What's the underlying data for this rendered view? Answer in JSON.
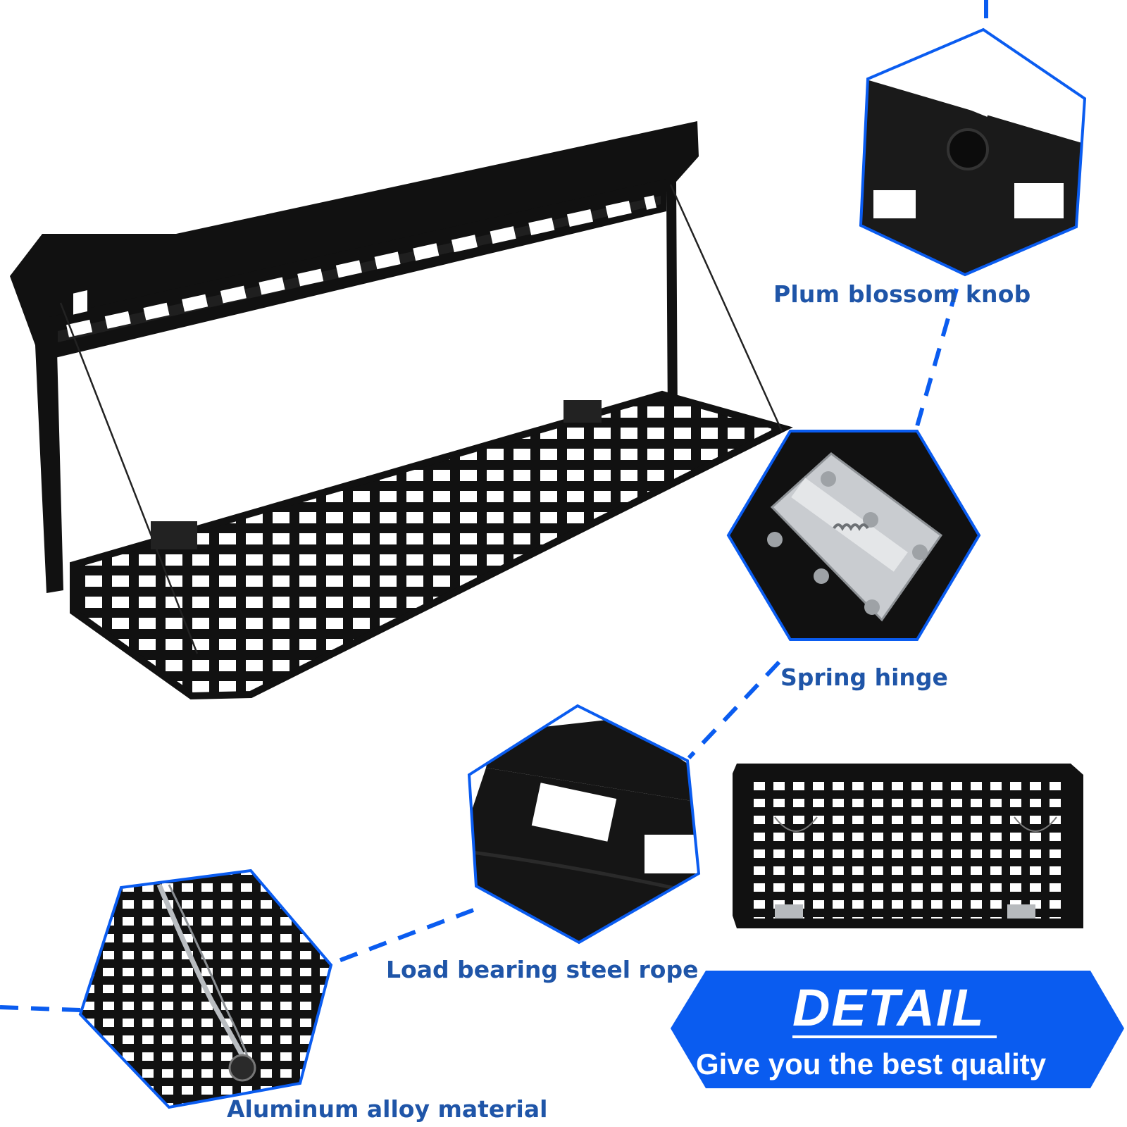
{
  "callouts": {
    "plum_blossom_knob": "Plum blossom   knob",
    "spring_hinge": "Spring hinge",
    "load_bearing_steel_rope": "Load bearing steel rope",
    "aluminum_alloy_material": "Aluminum alloy material"
  },
  "banner": {
    "title": "DETAIL",
    "subtitle": "Give you the best quality"
  },
  "colors": {
    "accent_blue": "#0a5cf0",
    "label_blue": "#1f55a8",
    "product_black": "#111111",
    "steel_silver": "#c9ccd0"
  },
  "icons": [
    "hexagon-detail-frame",
    "dashed-connector-line",
    "folding-shelf-product",
    "spring-hinge-closeup",
    "plum-blossom-knob-closeup"
  ]
}
